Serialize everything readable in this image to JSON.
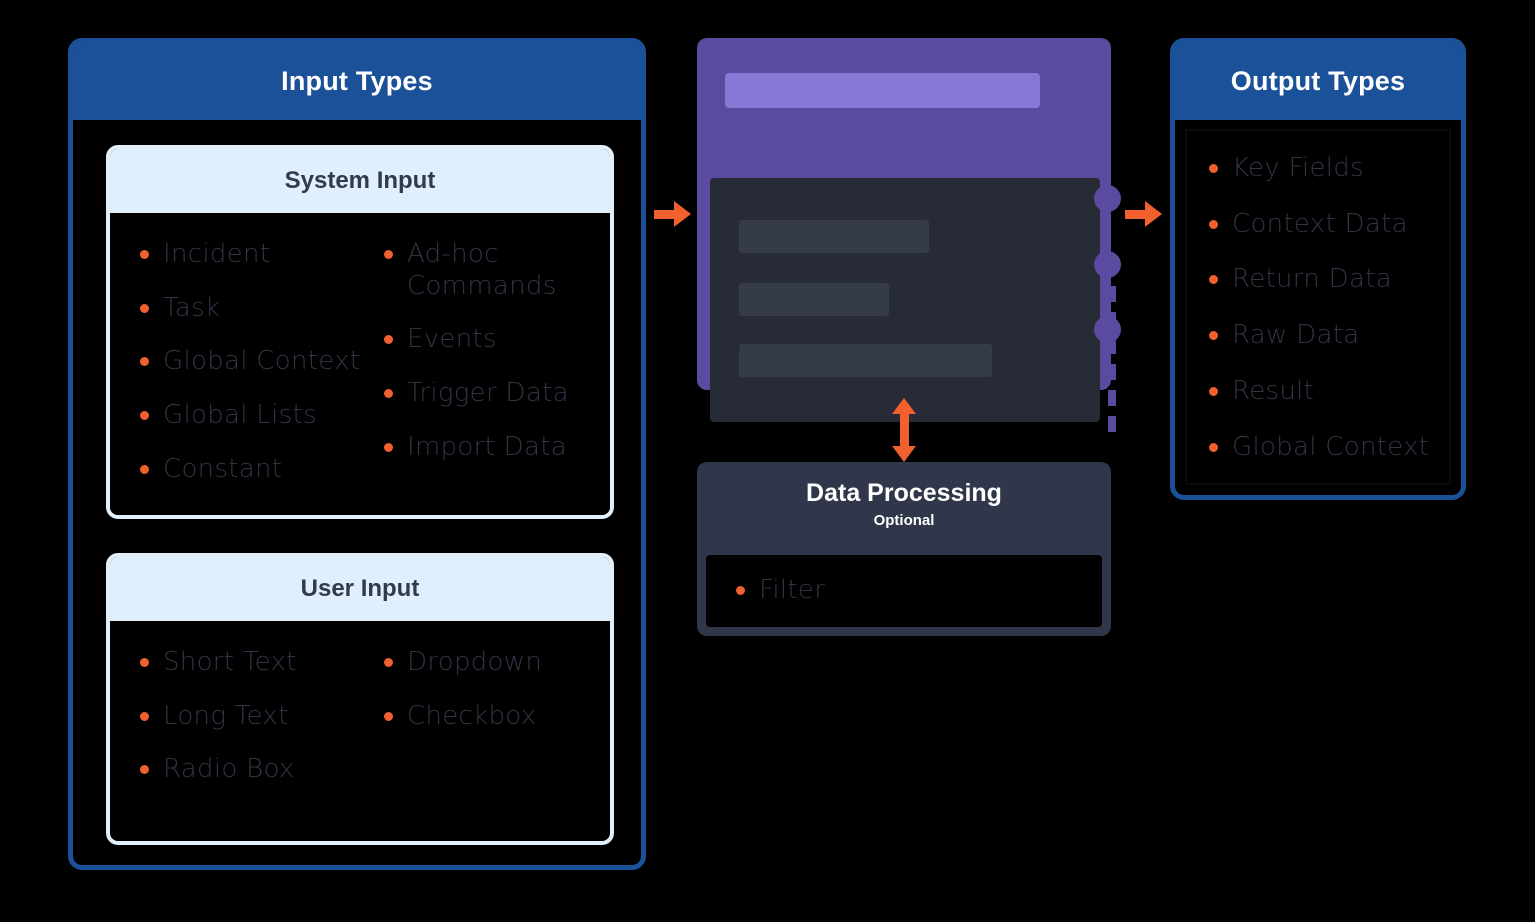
{
  "diagram": {
    "background_color": "#000000",
    "accent_orange": "#F1602E",
    "accent_blue": "#1B5198",
    "accent_light_blue": "#DFEFFB",
    "accent_purple": "#5A4BA0",
    "accent_purple_light": "#8678D4",
    "body_dark": "#262B36",
    "placeholder_gray": "#353B47",
    "slate_header": "#30374A",
    "list_text_color": "#2F3545"
  },
  "input_panel": {
    "title": "Input Types",
    "cards": [
      {
        "title": "System Input",
        "columns": [
          [
            "Incident",
            "Task",
            "Global Context",
            "Global Lists",
            "Constant"
          ],
          [
            "Ad-hoc Commands",
            "Events",
            "Trigger Data",
            "Import Data"
          ]
        ]
      },
      {
        "title": "User Input",
        "columns": [
          [
            "Short Text",
            "Long Text",
            "Radio Box"
          ],
          [
            "Dropdown",
            "Checkbox"
          ]
        ]
      }
    ]
  },
  "process_box": {
    "name": "processing-node",
    "top_bar": "",
    "placeholder_bars": [
      "",
      "",
      ""
    ],
    "node_count": 3
  },
  "data_processing": {
    "title": "Data Processing",
    "subtitle": "Optional",
    "items": [
      "Filter"
    ]
  },
  "output_panel": {
    "title": "Output Types",
    "items": [
      "Key Fields",
      "Context Data",
      "Return Data",
      "Raw Data",
      "Result",
      "Global Context"
    ]
  },
  "arrows": {
    "input_to_process": "arrow-right",
    "process_to_output": "arrow-right",
    "process_to_dataprocessing": "arrow-up-down"
  }
}
